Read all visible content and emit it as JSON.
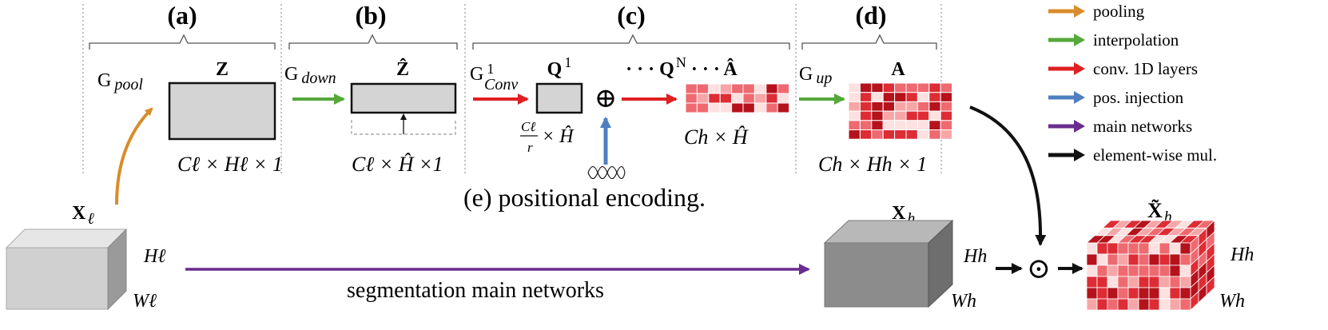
{
  "sections": {
    "a": "(a)",
    "b": "(b)",
    "c": "(c)",
    "d": "(d)",
    "e": "(e) positional encoding."
  },
  "labels": {
    "g_pool_base": "G",
    "g_pool_sub": "pool",
    "g_down_base": "G",
    "g_down_sub": "down",
    "g_conv_base": "G",
    "g_conv_sup": "1",
    "g_conv_sub": "Conv",
    "g_up_base": "G",
    "g_up_sub": "up",
    "z": "Z",
    "z_hat": "Ẑ",
    "q1_base": "Q",
    "q1_sup": "1",
    "qn_text": "· · · Q",
    "qn_sup": "N",
    "qn_dots": " · · ·",
    "a_hat": "Â",
    "a": "A",
    "x_l_base": "X",
    "x_l_sub": "ℓ",
    "x_h_base": "X",
    "x_h_sub": "h",
    "x_tilde_base": "X̃",
    "x_tilde_sub": "h",
    "dim_a": "Cℓ × Hℓ × 1",
    "dim_b": "Cℓ × Ĥ ×1",
    "dim_c_frac_num": "Cℓ",
    "dim_c_frac_den": "r",
    "dim_c_rest": " × Ĥ",
    "dim_ahat": "Ch × Ĥ",
    "dim_d": "Ch × Hh × 1",
    "h_l": "Hℓ",
    "w_l": "Wℓ",
    "h_h": "Hh",
    "w_h": "Wh",
    "h_h_out": "Hh",
    "w_h_out": "Wh",
    "oplus": "⊕",
    "odot": "⊙",
    "main_network": "segmentation main networks"
  },
  "legend": [
    {
      "label": "pooling",
      "color": "#d98c2b"
    },
    {
      "label": "interpolation",
      "color": "#55a83a"
    },
    {
      "label": "conv. 1D layers",
      "color": "#e02020"
    },
    {
      "label": "pos. injection",
      "color": "#4f7fc0"
    },
    {
      "label": "main networks",
      "color": "#6a2c8e"
    },
    {
      "label": "element-wise mul.",
      "color": "#111111"
    }
  ],
  "colors": {
    "box_fill": "#d4d4d4",
    "cube_light": "#d9d9d9",
    "cube_dark": "#8f8f8f",
    "heat_palette": [
      "#fde0e0",
      "#f7a6a8",
      "#ee6a70",
      "#de2c35",
      "#b5121c"
    ]
  }
}
